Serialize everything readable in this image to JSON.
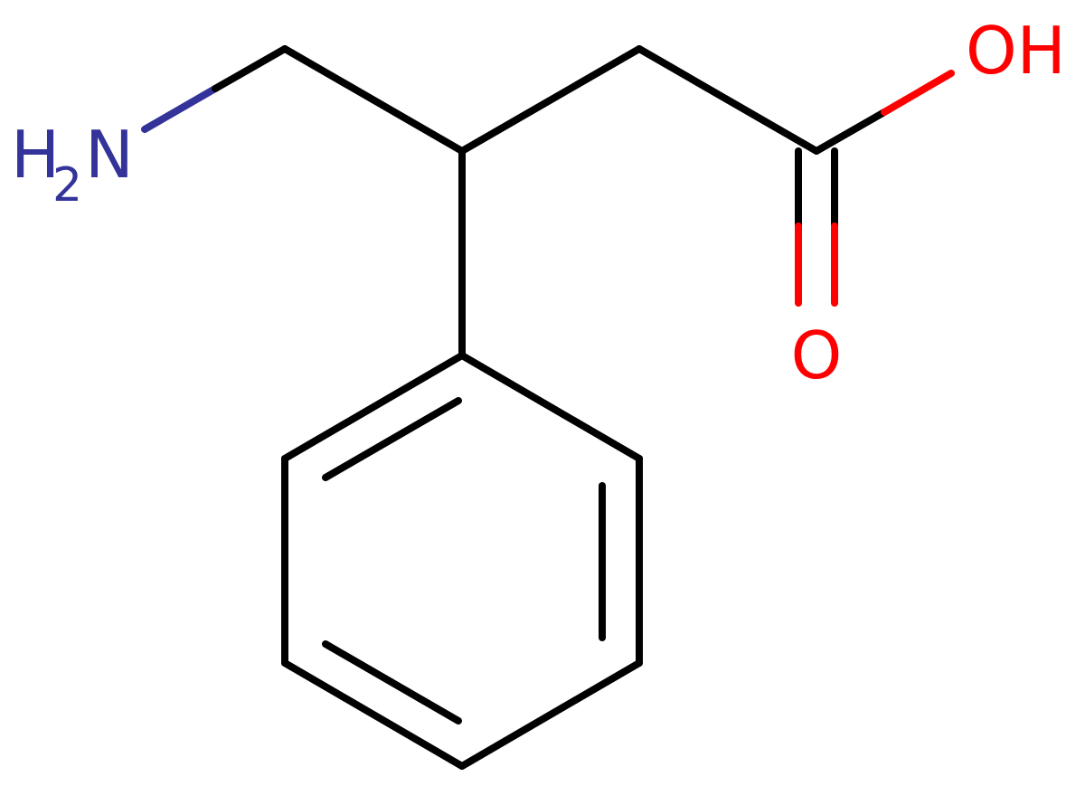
{
  "colors": {
    "carbon": "#000000",
    "nitrogen": "#33339A",
    "oxygen": "#FF0000",
    "background": "#FFFFFF"
  },
  "labels": {
    "amine": {
      "h": "H",
      "subscript": "2",
      "n": "N"
    },
    "hydroxyl": "OH",
    "carbonyl_oxygen": "O"
  }
}
